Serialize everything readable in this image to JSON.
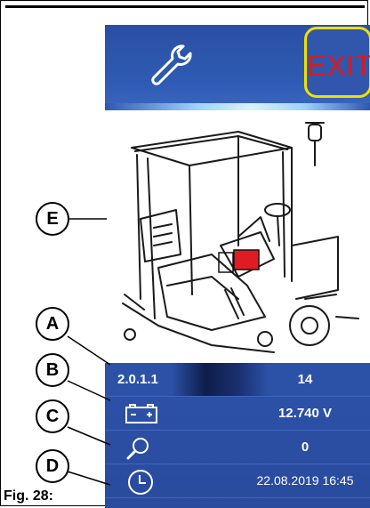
{
  "header": {
    "tool_icon": "wrench-icon",
    "exit_label": "EXIT"
  },
  "callouts": {
    "a": "A",
    "b": "B",
    "c": "C",
    "d": "D",
    "e": "E"
  },
  "rows": {
    "software": {
      "left": "2.0.1.1",
      "right": "14"
    },
    "battery": {
      "icon": "battery-icon",
      "value": "12.740 V"
    },
    "search": {
      "icon": "magnifier-icon",
      "value": "0"
    },
    "clock": {
      "icon": "clock-icon",
      "value": "22.08.2019 16:45"
    }
  },
  "figure": {
    "label": "Fig. 28:"
  },
  "colors": {
    "screen_blue": "#2c52a8",
    "exit_text": "#e01818",
    "exit_border": "#f0e000"
  }
}
